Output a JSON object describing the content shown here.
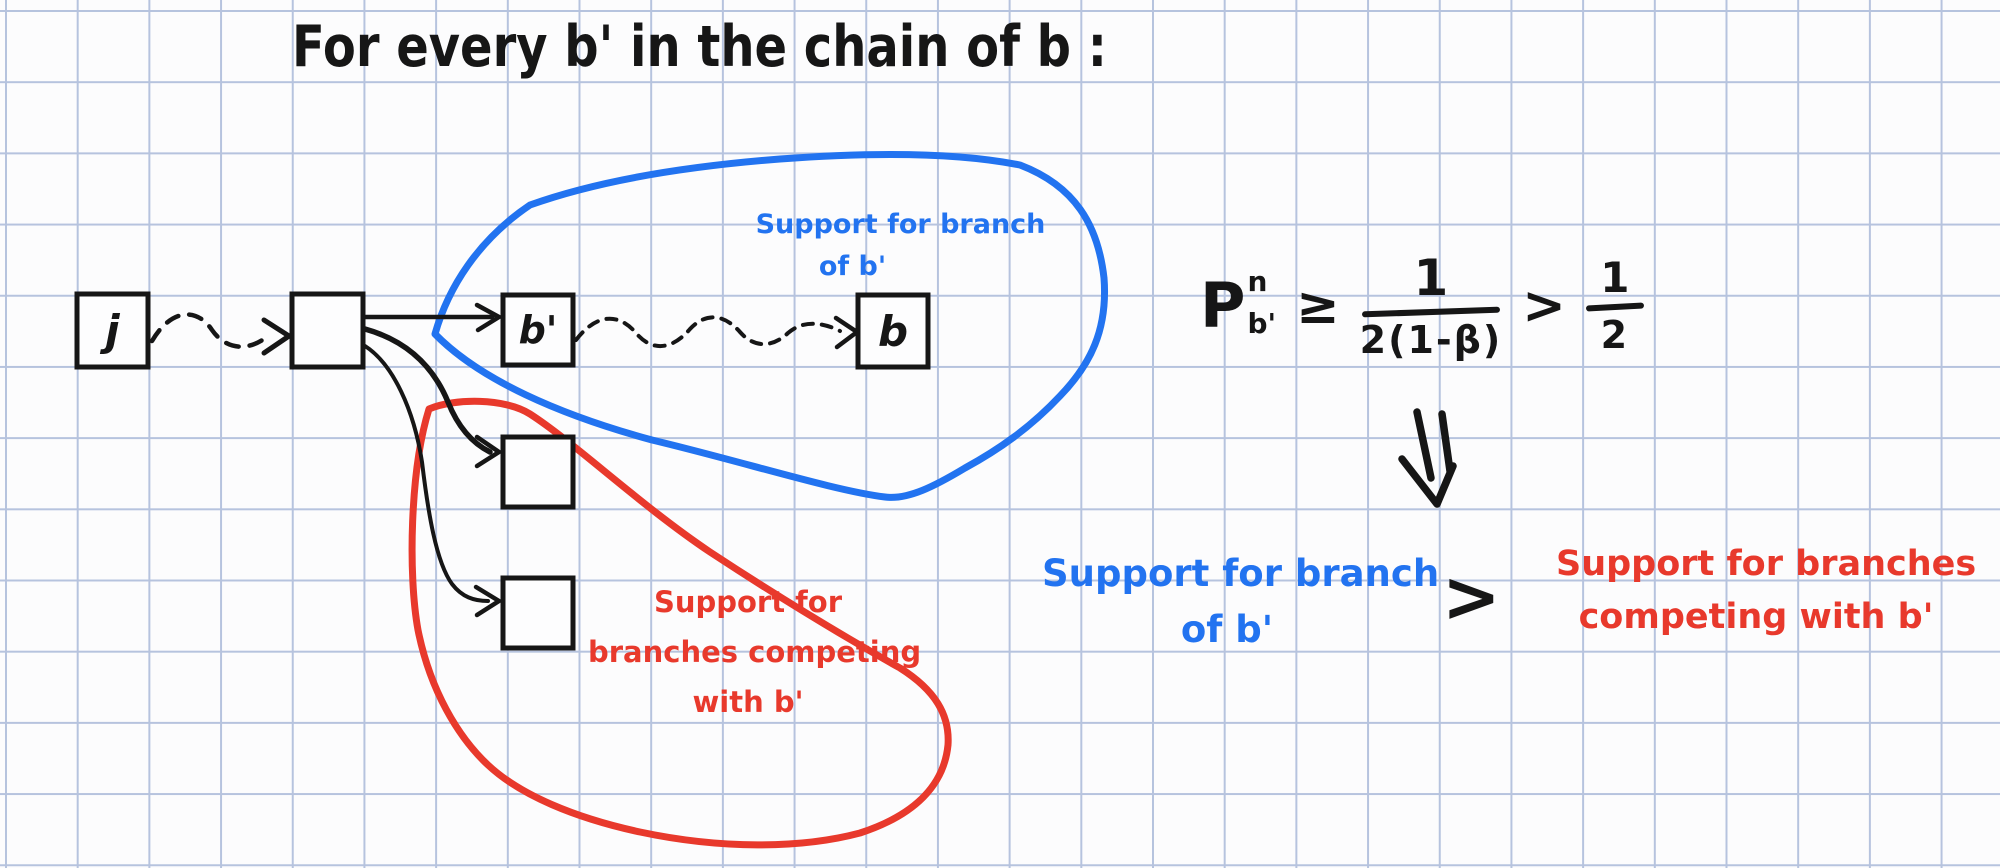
{
  "canvas": {
    "background": "#fcfcfd",
    "grid_color": "#b6c3de"
  },
  "colors": {
    "ink": "#161616",
    "blue": "#2273f0",
    "red": "#e8392c",
    "box_fill": "#fdfdfe"
  },
  "title": "For every b' in the chain of b :",
  "chain": {
    "node_j": "j",
    "node_parent": "",
    "node_b_prime": "b'",
    "node_b": "b",
    "node_competing_1": "",
    "node_competing_2": ""
  },
  "regions": {
    "blue_label": {
      "line1": "Support for branch",
      "line2": "of b'"
    },
    "red_label": {
      "line1": "Support for",
      "line2": "branches competing",
      "line3": "with b'"
    }
  },
  "formula": {
    "symbol": "P",
    "superscript": "n",
    "subscript": "b'",
    "geq": "≥",
    "frac1_num": "1",
    "frac1_den": "2(1-β)",
    "gt": ">",
    "frac2_num": "1",
    "frac2_den": "2",
    "arrow_icon": "double-down-arrow"
  },
  "implication": {
    "left": {
      "line1": "Support for branch",
      "line2": "of b'"
    },
    "comparator": ">",
    "right": {
      "line1": "Support for branches",
      "line2": "competing with b'"
    }
  }
}
